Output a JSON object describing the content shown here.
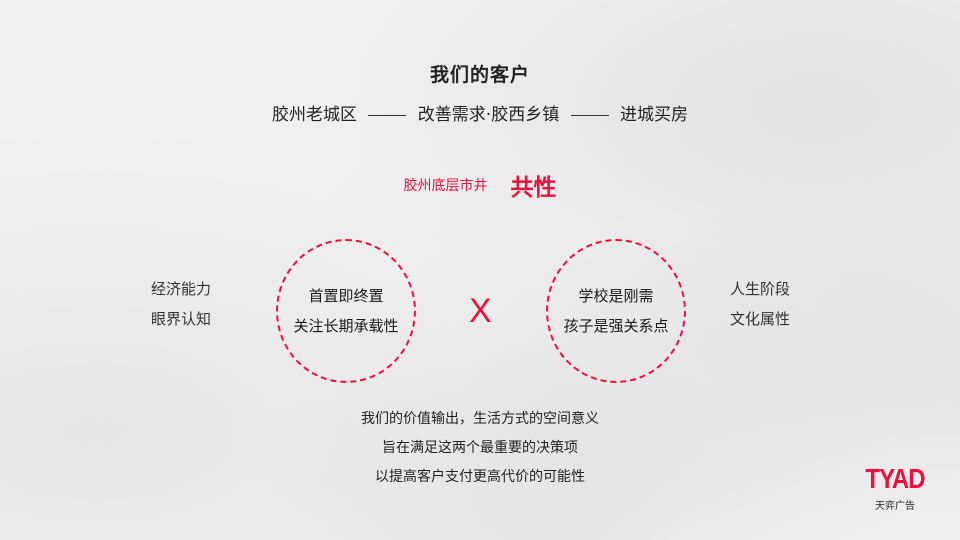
{
  "slide": {
    "title": "我们的客户",
    "subtitle": {
      "part1": "胶州老城区",
      "part2": "改善需求·胶西乡镇",
      "part3": "进城买房"
    },
    "commonality": {
      "label": "胶州底层市井",
      "emphasis": "共性"
    },
    "left_factors": [
      "经济能力",
      "眼界认知"
    ],
    "left_circle": [
      "首置即终置",
      "关注长期承载性"
    ],
    "times_symbol": "X",
    "right_circle": [
      "学校是刚需",
      "孩子是强关系点"
    ],
    "right_factors": [
      "人生阶段",
      "文化属性"
    ],
    "conclusion": [
      "我们的价值输出，生活方式的空间意义",
      "旨在满足这两个最重要的决策项",
      "以提高客户支付更高代价的可能性"
    ]
  },
  "logo": {
    "mark": "TYAD",
    "name": "天弈广告"
  },
  "colors": {
    "accent": "#e8123f",
    "text": "#222222",
    "background": "#f1f1f1"
  }
}
